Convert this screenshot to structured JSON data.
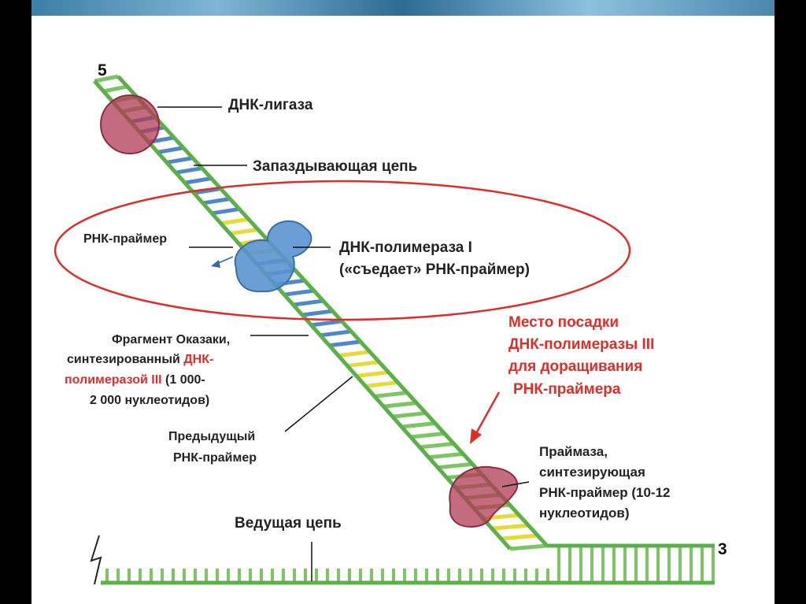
{
  "labels": {
    "end5": "5",
    "end3": "3",
    "ligase": "ДНК-лигаза",
    "lagging": "Запаздывающая цепь",
    "rna_primer": "РНК-праймер",
    "pol1_line1": "ДНК-полимераза I",
    "pol1_line2": "(«съедает» РНК-праймер)",
    "okazaki_line1": "Фрагмент Оказаки,",
    "okazaki_line2a": "синтезированный ",
    "okazaki_line2b": "ДНК-",
    "okazaki_line3a": "полимеразой III",
    "okazaki_line3b": " (1 000-",
    "okazaki_line4": "2 000 нуклеотидов)",
    "prev_primer_line1": "Предыдущый",
    "prev_primer_line2": "РНК-праймер",
    "site_line1": "Место посадки",
    "site_line2": "ДНК-полимеразы III",
    "site_line3": "для доращивания",
    "site_line4": "РНК-праймера",
    "primase_line1": "Праймаза,",
    "primase_line2": "синтезирующая",
    "primase_line3": "РНК-праймер (10-12",
    "primase_line4": "нуклеотидов)",
    "leading": "Ведущая цепь"
  },
  "colors": {
    "strand_green": "#5cb04a",
    "rung_green": "#7cc466",
    "primer_yellow": "#e6d93a",
    "okazaki_blue": "#4f87c9",
    "ligase_red": "#b23a55",
    "polymerase_blue": "#5b93cf",
    "primase_red": "#b23a55",
    "highlight_red": "#d9302c"
  }
}
